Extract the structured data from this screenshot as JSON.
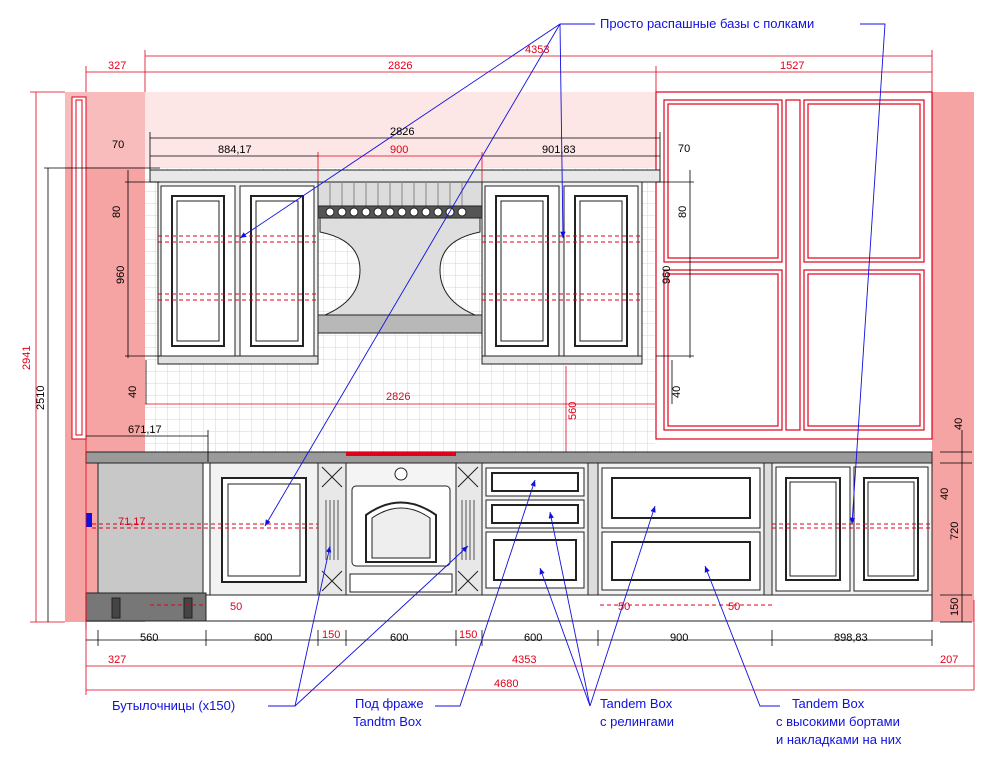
{
  "colors": {
    "red": "#e0001a",
    "pink": "#f6a3a3",
    "pink_light": "#fbd2d2",
    "blue": "#1010e0",
    "black": "#000000",
    "grey": "#c8c8c8"
  },
  "annotations": {
    "top": "Просто распашные базы с полками",
    "bottles": "Бутылочницы (x150)",
    "fraje_1": "Под фраже",
    "fraje_2": "Tandtm Box",
    "relings_1": "Tandem Box",
    "relings_2": "с релингами",
    "high_1": "Tandem Box",
    "high_2": "с высокими бортами",
    "high_3": "и накладками на них"
  },
  "dims": {
    "top_overall": "4353",
    "top_left": "327",
    "top_mid": "2826",
    "top_right": "1527",
    "upper_total": "2826",
    "upper_l_gap": "70",
    "upper_left_w": "884,17",
    "upper_hood": "900",
    "upper_right_w": "901,83",
    "upper_r_gap": "70",
    "upper_80_l": "80",
    "upper_960_l": "960",
    "upper_40_l": "40",
    "upper_80_r": "80",
    "upper_960_r": "960",
    "upper_40_r": "40",
    "height_total": "2941",
    "height_2510": "2510",
    "counter_2826": "2826",
    "gap_560": "560",
    "corner_671": "671,17",
    "corner_71": "71,17",
    "right_40a": "40",
    "right_40b": "40",
    "right_720": "720",
    "right_150": "150",
    "plinth_50a": "50",
    "plinth_50b": "50",
    "plinth_50c": "50",
    "b_560": "560",
    "b_600a": "600",
    "b_150a": "150",
    "b_600b": "600",
    "b_150b": "150",
    "b_600c": "600",
    "b_900": "900",
    "b_898": "898,83",
    "b2_327": "327",
    "b2_4353": "4353",
    "b2_207": "207",
    "b3_4680": "4680"
  }
}
